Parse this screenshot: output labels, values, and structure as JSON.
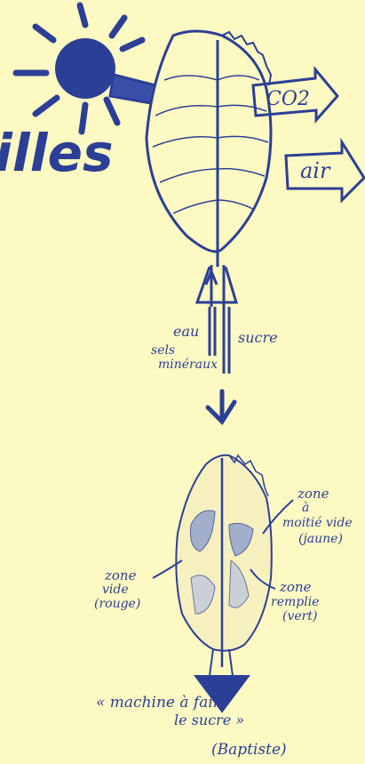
{
  "title": "illes",
  "top_diagram": {
    "co2_label": "CO2",
    "air_label": "air",
    "eau_label": "eau",
    "sucre_label": "sucre",
    "sels_label": "sels",
    "mineraux_label": "minéraux"
  },
  "bottom_diagram": {
    "zone_half_line1": "zone",
    "zone_half_line2": "à",
    "zone_half_line3": "moitié vide",
    "zone_half_line4": "(jaune)",
    "zone_empty_line1": "zone",
    "zone_empty_line2": "vide",
    "zone_empty_line3": "(rouge)",
    "zone_full_line1": "zone",
    "zone_full_line2": "remplie",
    "zone_full_line3": "(vert)",
    "caption_line1": "« machine à faire",
    "caption_line2": "le sucre »",
    "author": "(Baptiste)"
  },
  "colors": {
    "ink": "#2c3f96",
    "paper": "#fdf9c2"
  }
}
